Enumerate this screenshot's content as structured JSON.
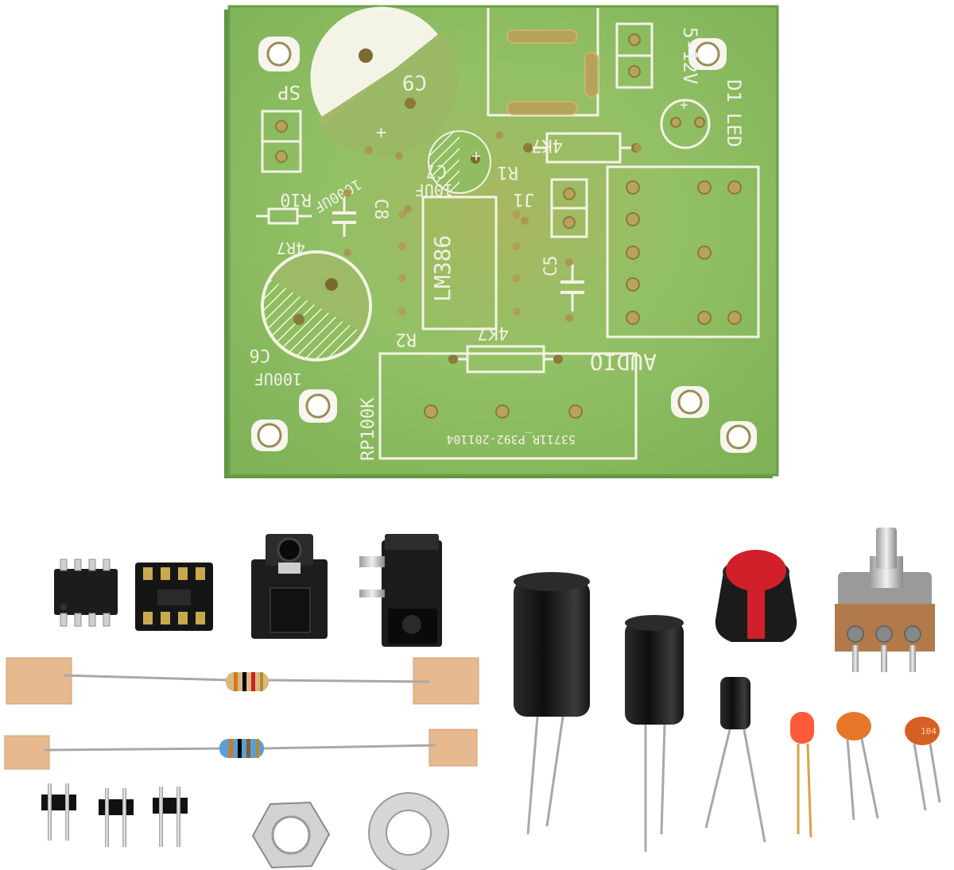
{
  "pcb": {
    "labels": {
      "c9": "C9",
      "c9_value": "1000UF",
      "c7": "C7",
      "c7_value": "10UF",
      "c6": "C6",
      "c6_value": "100UF",
      "c8": "C8",
      "c5": "C5",
      "r10": "R10",
      "r10_value": "4R7",
      "r1": "R1",
      "r1_value": "4K7",
      "r2": "R2",
      "r2_value": "4K7",
      "ic": "LM386",
      "sp": "SP",
      "j1": "J1",
      "d1": "D1",
      "led": "LED",
      "power": "5-12V",
      "rp": "RP100K",
      "audio": "AUDIO",
      "board_code": "53711R_P392-201104",
      "plus": "+",
      "minus": "-"
    }
  },
  "parts": {
    "cap_small_text": "104"
  },
  "colors": {
    "board": "#8fbd5f",
    "silkscreen": "#f4f4e6",
    "knob_red": "#d1202a",
    "led_red": "#ff5a3c",
    "ceramic_orange": "#e5772a"
  }
}
